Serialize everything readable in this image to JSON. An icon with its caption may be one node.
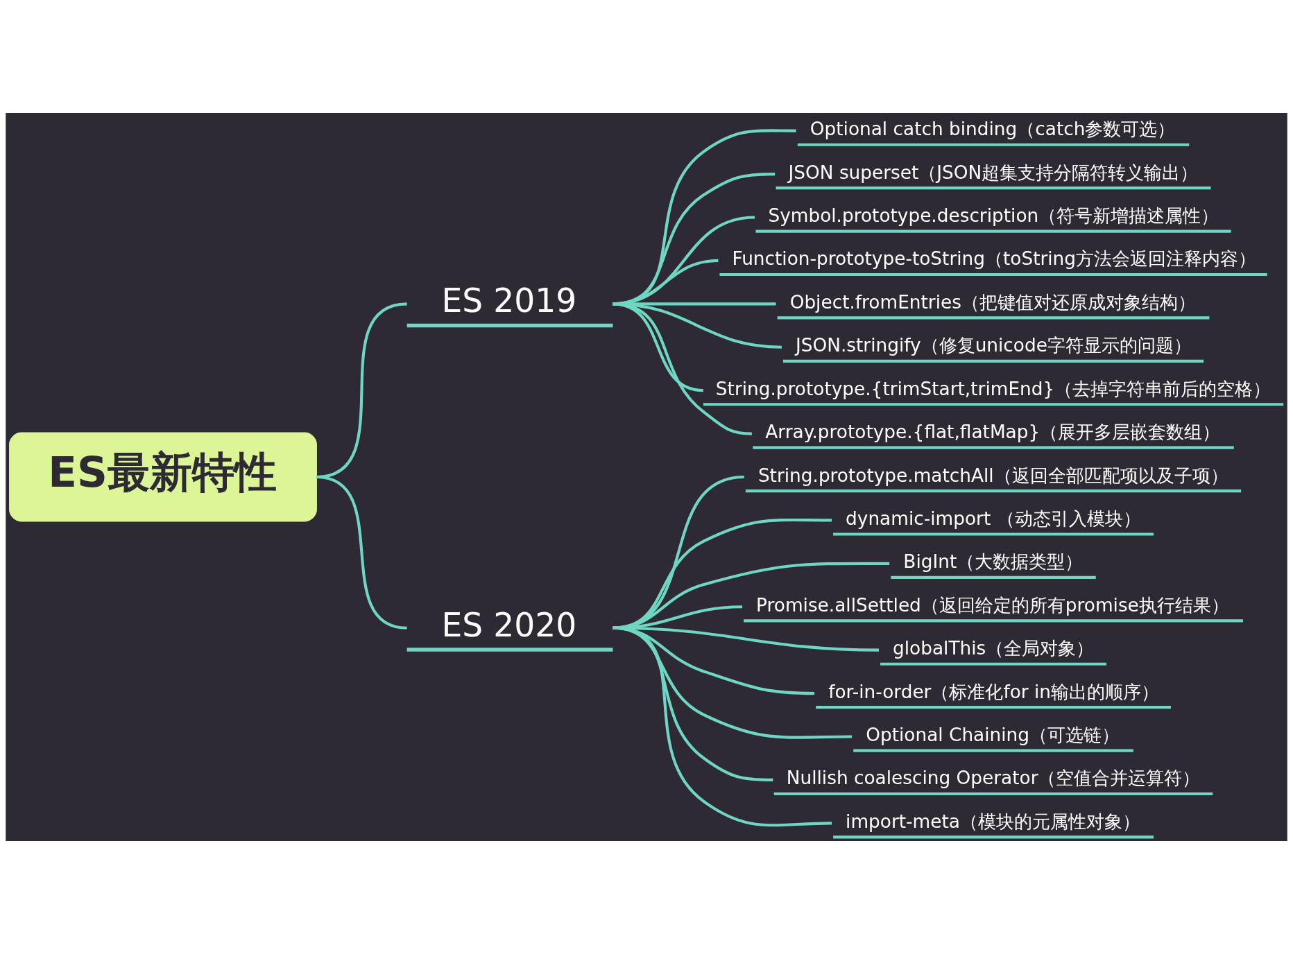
{
  "diagram": {
    "nodes": [
      {
        "text": [
          "ES最新特性"
        ]
      },
      {
        "text": [
          "ES 2019"
        ]
      },
      {
        "text": [
          "Optional catch binding（catch参数可选）"
        ]
      },
      {
        "text": [
          "JSON superset（JSON超集支持分隔符转义输出）"
        ]
      },
      {
        "text": [
          "Symbol.prototype.description（符号新增描述属性）"
        ]
      },
      {
        "text": [
          "Function-prototype-toString（toString方法会返回注释内容）"
        ]
      },
      {
        "text": [
          "Object.fromEntries（把键值对还原成对象结构）"
        ]
      },
      {
        "text": [
          "JSON.stringify（修复unicode字符显示的问题）"
        ]
      },
      {
        "text": [
          "String.prototype.{trimStart,trimEnd}（去掉字符串前后的空格）"
        ]
      },
      {
        "text": [
          "Array.prototype.{flat,flatMap}（展开多层嵌套数组）"
        ]
      },
      {
        "text": [
          "ES 2020"
        ]
      },
      {
        "text": [
          "String.prototype.matchAll（返回全部匹配项以及子项）"
        ]
      },
      {
        "text": [
          "dynamic-import （动态引入模块）"
        ]
      },
      {
        "text": [
          "BigInt（大数据类型）"
        ]
      },
      {
        "text": [
          "Promise.allSettled（返回给定的所有promise执行结果）"
        ]
      },
      {
        "text": [
          "globalThis（全局对象）"
        ]
      },
      {
        "text": [
          "for-in-order（标准化for in输出的顺序）"
        ]
      },
      {
        "text": [
          "Optional Chaining（可选链）"
        ]
      },
      {
        "text": [
          "Nullish coalescing Operator（空值合并运算符）"
        ]
      },
      {
        "text": [
          "import-meta（模块的元属性对象）"
        ]
      }
    ],
    "edges": [
      {
        "from": 0,
        "to": 1,
        "arrow": "none"
      },
      {
        "from": 0,
        "to": 10,
        "arrow": "none"
      },
      {
        "from": 1,
        "to": 2,
        "arrow": "none"
      },
      {
        "from": 1,
        "to": 3,
        "arrow": "none"
      },
      {
        "from": 1,
        "to": 4,
        "arrow": "none"
      },
      {
        "from": 1,
        "to": 5,
        "arrow": "none"
      },
      {
        "from": 1,
        "to": 6,
        "arrow": "none"
      },
      {
        "from": 1,
        "to": 7,
        "arrow": "none"
      },
      {
        "from": 1,
        "to": 8,
        "arrow": "none"
      },
      {
        "from": 1,
        "to": 9,
        "arrow": "none"
      },
      {
        "from": 10,
        "to": 11,
        "arrow": "none"
      },
      {
        "from": 10,
        "to": 12,
        "arrow": "none"
      },
      {
        "from": 10,
        "to": 13,
        "arrow": "none"
      },
      {
        "from": 10,
        "to": 14,
        "arrow": "none"
      },
      {
        "from": 10,
        "to": 15,
        "arrow": "none"
      },
      {
        "from": 10,
        "to": 16,
        "arrow": "none"
      },
      {
        "from": 10,
        "to": 17,
        "arrow": "none"
      },
      {
        "from": 10,
        "to": 18,
        "arrow": "none"
      },
      {
        "from": 10,
        "to": 19,
        "arrow": "none"
      }
    ]
  }
}
